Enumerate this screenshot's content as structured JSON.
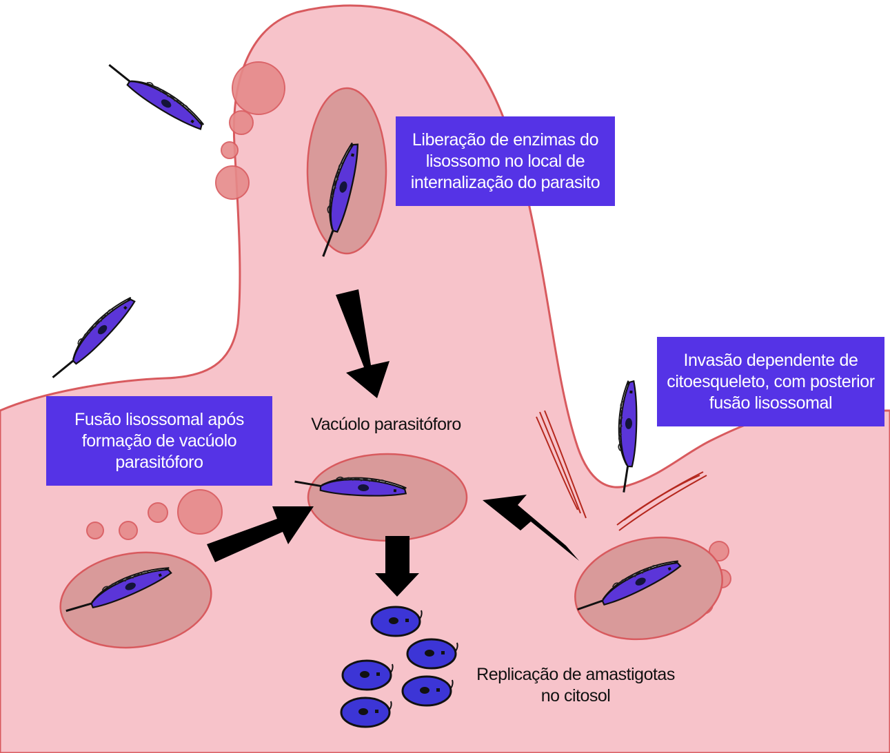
{
  "labels": {
    "lysosome_release": [
      "Liberação de enzimas do",
      "lisossomo no local de",
      "internalização do parasito"
    ],
    "cytoskeleton_invasion": [
      "Invasão dependente de",
      "citoesqueleto, com posterior",
      "fusão lisossomal"
    ],
    "lysosomal_fusion": [
      "Fusão lisossomal após",
      "formação  de vacúolo",
      "parasitóforo"
    ],
    "parasitophorous_vacuole": "Vacúolo parasitóforo",
    "amastigote_replication": [
      "Replicação de amastigotas",
      "no citosol"
    ]
  },
  "colors": {
    "cell_fill": "#f7c3ca",
    "cell_outline": "#d85a5e",
    "vacuole_fill": "#d99a9a",
    "lysosome_fill": "#e68a8a",
    "parasite_body": "#5b35d8",
    "label_box": "#5533e6",
    "arrow": "#000000",
    "actin_filament": "#b5281e"
  }
}
